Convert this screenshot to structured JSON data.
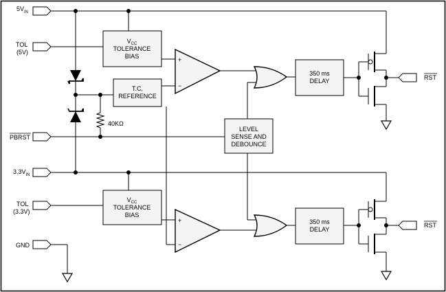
{
  "pins": {
    "vin5_main": "5V",
    "vin5_sub": "IN",
    "tol5_l1": "TOL",
    "tol5_l2": "(5V)",
    "pbrst": "PBRST",
    "vin33_main": "3.3V",
    "vin33_sub": "IN",
    "tol33_l1": "TOL",
    "tol33_l2": "(3.3V)",
    "gnd": "GND",
    "rst_top": "RST",
    "rst_bottom": "RST"
  },
  "blocks": {
    "vcc_tol_top": {
      "l1_main": "V",
      "l1_sub": "CC",
      "l2": "TOLERANCE",
      "l3": "BIAS"
    },
    "tc_ref": {
      "l1": "T.C.",
      "l2": "REFERENCE"
    },
    "level": {
      "l1": "LEVEL",
      "l2": "SENSE AND",
      "l3": "DEBOUNCE"
    },
    "delay_top": {
      "l1": "350 ms",
      "l2": "DELAY"
    },
    "vcc_tol_bottom": {
      "l1_main": "V",
      "l1_sub": "CC",
      "l2": "TOLERANCE",
      "l3": "BIAS"
    },
    "delay_bottom": {
      "l1": "350 ms",
      "l2": "DELAY"
    }
  },
  "resistor": {
    "label": "40KΩ"
  },
  "comparators": {
    "plus": "+",
    "minus": "−"
  }
}
